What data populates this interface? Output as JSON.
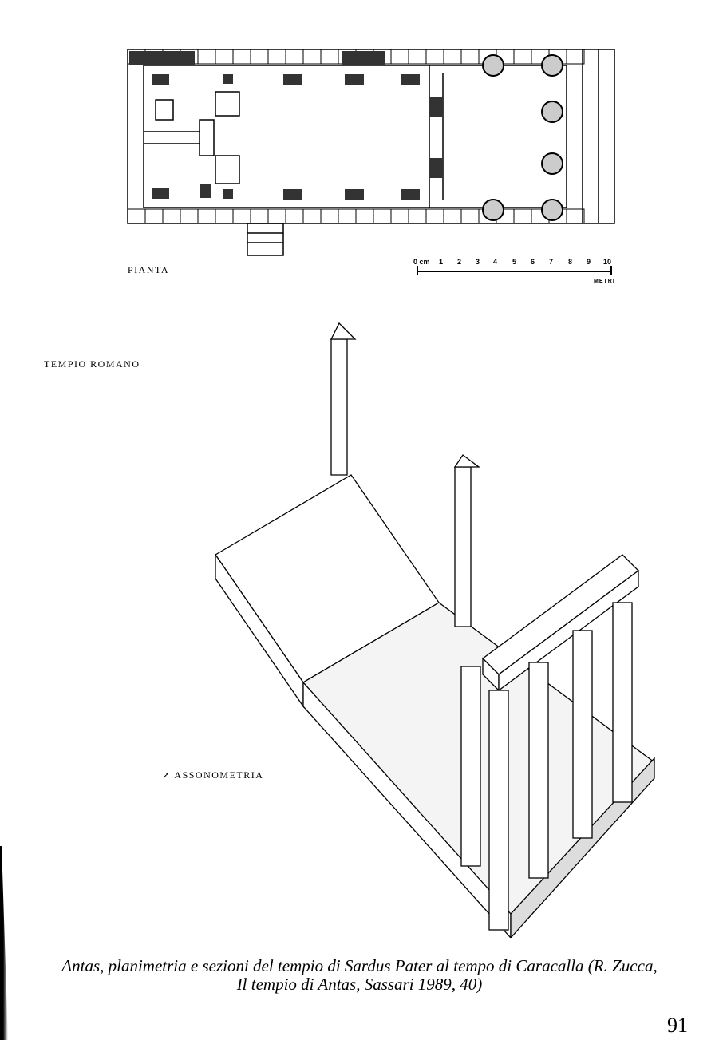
{
  "plan": {
    "label": "PIANTA",
    "scale": {
      "ticks": [
        "0 cm",
        "1",
        "2",
        "3",
        "4",
        "5",
        "6",
        "7",
        "8",
        "9",
        "10"
      ],
      "unit": "METRI"
    }
  },
  "section_title": "TEMPIO ROMANO",
  "axonometry": {
    "label": "ASSONOMETRIA"
  },
  "caption": {
    "line1": "Antas, planimetria e sezioni del tempio di Sardus Pater al tempo di Caracalla (R. Zucca,",
    "line2": "Il tempio di Antas, Sassari 1989, 40)"
  },
  "page_number": "91"
}
